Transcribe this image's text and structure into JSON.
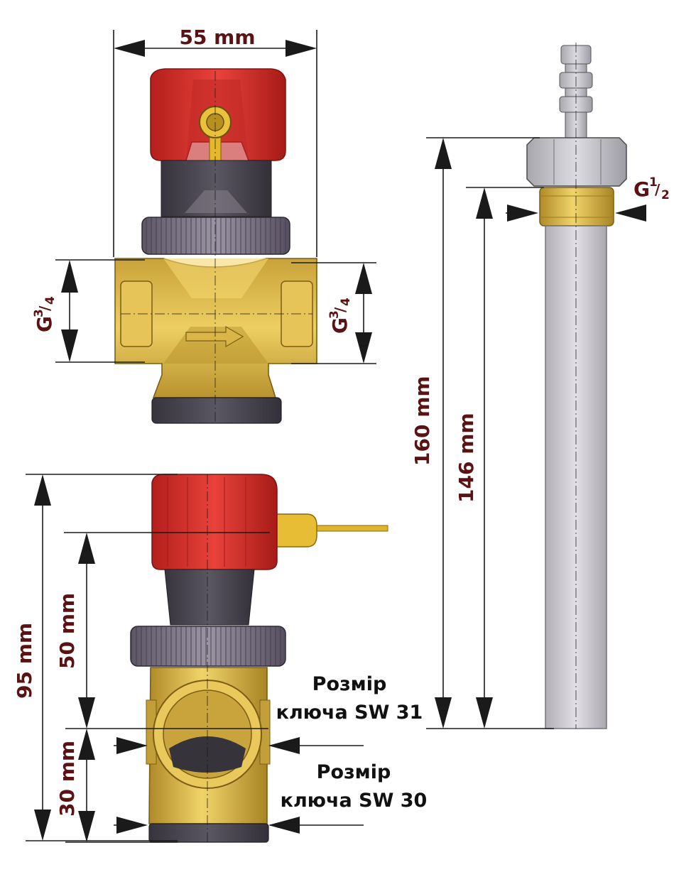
{
  "dimensions": {
    "width_55": "55 mm",
    "thread_left_base": "G",
    "thread_left_sup": "3",
    "thread_left_sub": "4",
    "thread_right_base": "G",
    "thread_right_sup": "3",
    "thread_right_sub": "4",
    "thread_small_base": "G",
    "thread_small_sup": "1",
    "thread_small_sub": "2",
    "height_160": "160 mm",
    "height_146": "146 mm",
    "height_95": "95 mm",
    "height_50": "50 mm",
    "height_30": "30 mm"
  },
  "notes": {
    "wrench_31_line1": "Розмір",
    "wrench_31_line2": "ключа SW 31",
    "wrench_30_line1": "Розмір",
    "wrench_30_line2": "ключа SW 30"
  },
  "colors": {
    "handle_red": "#d9302c",
    "brass": "#d8b64a",
    "nut_grey": "#6e6878",
    "body_dark": "#4a4650",
    "probe_grey": "#c9c5cb"
  }
}
